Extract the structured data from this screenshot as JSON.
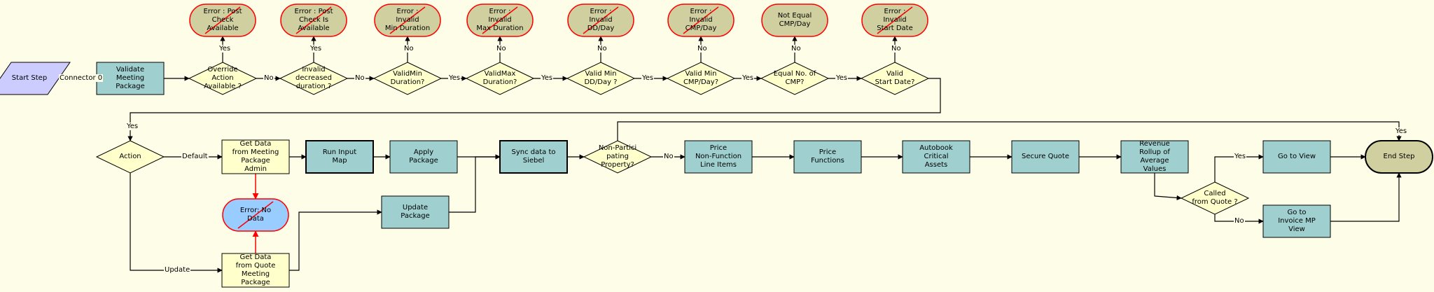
{
  "colors": {
    "background": "#fefee8",
    "task": "#9fcfcf",
    "task_yellow": "#ffffcc",
    "decision": "#ffffcc",
    "error": "#cfcf9f",
    "error_blue": "#99ccff",
    "start": "#ccccff",
    "end": "#cfcf9f",
    "error_outline": "#ff0000",
    "line": "#000000"
  },
  "nodes": {
    "start": {
      "label": "Start Step"
    },
    "validate": {
      "label": "Validate\nMeeting\nPackage"
    },
    "d_override": {
      "label": "Override\nAction\nAvailable ?"
    },
    "d_invalid": {
      "label": "Invalid\ndecreased\nduration ?"
    },
    "d_minDur": {
      "label": "ValidMin\nDuration?"
    },
    "d_maxDur": {
      "label": "ValidMax\nDuration?"
    },
    "d_minDD": {
      "label": "Valid Min\nDD/Day ?"
    },
    "d_minCMP": {
      "label": "Valid Min\nCMP/Day?"
    },
    "d_eqCMP": {
      "label": "Equal No. of\nCMP?"
    },
    "d_start": {
      "label": "Valid\nStart Date?"
    },
    "e1": {
      "label": "Error : Post\nCheck\nAvailable"
    },
    "e2": {
      "label": "Error : Post\nCheck Is\nAvailable"
    },
    "e3": {
      "label": "Error :\nInvalid\nMin Duration"
    },
    "e4": {
      "label": "Error :\nInvalid\nMax Duration"
    },
    "e5": {
      "label": "Error :\nInvalid\nDD/Day"
    },
    "e6": {
      "label": "Error :\nInvalid\nCMP/Day"
    },
    "e7": {
      "label": "Not Equal\nCMP/Day"
    },
    "e8": {
      "label": "Error :\nInvalid\nStart Date"
    },
    "d_action": {
      "label": "Action"
    },
    "getMP": {
      "label": "Get Data\nfrom Meeting\nPackage\nAdmin"
    },
    "getQM": {
      "label": "Get Data\nfrom Quote\nMeeting\nPackage"
    },
    "errNoData": {
      "label": "Error: No\nData"
    },
    "runMap": {
      "label": "Run Input\nMap"
    },
    "applyPkg": {
      "label": "Apply\nPackage"
    },
    "updatePkg": {
      "label": "Update\nPackage"
    },
    "sync": {
      "label": "Sync data to\nSiebel"
    },
    "d_nonpart": {
      "label": "Non-Partici\npating\nProperty?"
    },
    "priceNF": {
      "label": "Price\nNon-Function\nLine Items"
    },
    "priceFn": {
      "label": "Price\nFunctions"
    },
    "autobook": {
      "label": "Autobook\nCritical\nAssets"
    },
    "secure": {
      "label": "Secure Quote"
    },
    "revenue": {
      "label": "Revenue\nRollup of\nAverage\nValues"
    },
    "d_called": {
      "label": "Called\nfrom Quote ?"
    },
    "goView": {
      "label": "Go to View"
    },
    "goInvoice": {
      "label": "Go to\nInvoice MP\nView"
    },
    "end": {
      "label": "End Step"
    }
  },
  "edges": {
    "connector0": "Connector 0",
    "yes": "Yes",
    "no": "No",
    "default": "Default",
    "update": "Update"
  }
}
